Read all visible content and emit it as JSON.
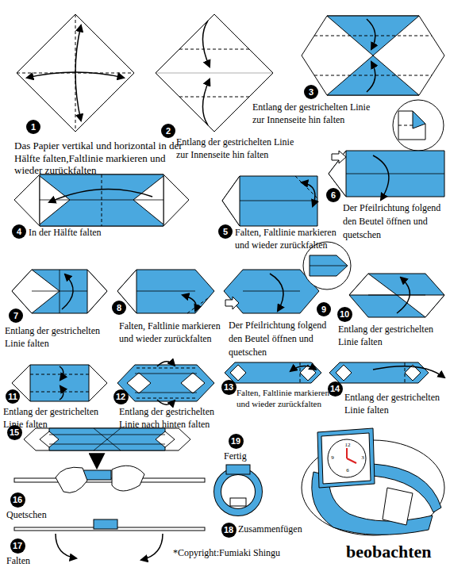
{
  "diagram": {
    "title": "beobachten",
    "caption": "*Copyright:Fumiaki Shingu",
    "nodes": [
      {
        "text": [
          "1"
        ]
      },
      {
        "text": [
          "2"
        ]
      },
      {
        "text": [
          "3"
        ]
      },
      {
        "text": [
          "4"
        ]
      },
      {
        "text": [
          "5"
        ]
      },
      {
        "text": [
          "6"
        ]
      },
      {
        "text": [
          "7"
        ]
      },
      {
        "text": [
          "8"
        ]
      },
      {
        "text": [
          "9"
        ]
      },
      {
        "text": [
          "10"
        ]
      },
      {
        "text": [
          "11"
        ]
      },
      {
        "text": [
          "12"
        ]
      },
      {
        "text": [
          "13"
        ]
      },
      {
        "text": [
          "14"
        ]
      },
      {
        "text": [
          "15"
        ]
      },
      {
        "text": [
          "16"
        ]
      },
      {
        "text": [
          "17"
        ]
      },
      {
        "text": [
          "18"
        ]
      },
      {
        "text": [
          "19"
        ]
      }
    ],
    "labels": [
      "Das Papier vertikal und horizontal in der Hälfte falten,Faltlinie markieren und wieder zurückfalten",
      "Entlang der gestrichelten Linie zur Innenseite hin falten",
      "Entlang der gestrichelten Linie zur Innenseite hin falten",
      "In der Hälfte falten",
      "Falten, Faltlinie markieren und wieder zurückfalten",
      "Der Pfeilrichtung folgend den Beutel öffnen und quetschen",
      "Entlang der gestrichelten Linie falten",
      "Falten, Faltlinie markieren und wieder zurückfalten",
      "Der Pfeilrichtung folgend den Beutel öffnen und quetschen",
      "Entlang der gestrichelten Linie falten",
      "Entlang der gestrichelten Linie falten",
      "Entlang der gestrichelten Linie nach hinten falten",
      "Falten, Faltlinie markieren und wieder zurückfalten",
      "Entlang der gestrichelten Linie falten",
      "Fertig",
      "Quetschen",
      "Zusammenfügen",
      "Falten",
      "12",
      "3",
      "6",
      "9"
    ]
  }
}
